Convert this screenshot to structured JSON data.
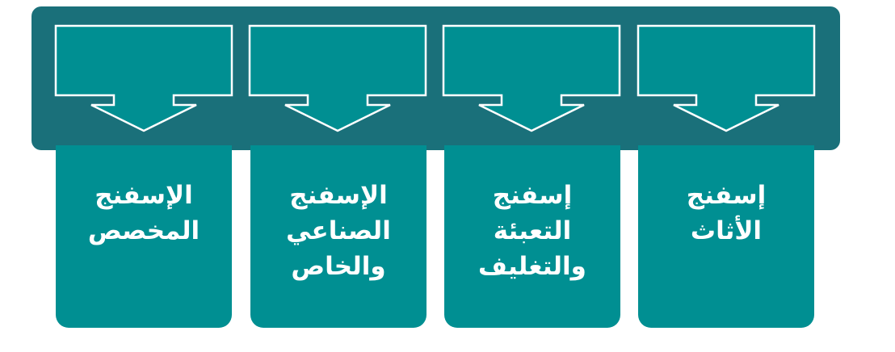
{
  "colors": {
    "band": "#1a707a",
    "card": "#008f92",
    "callout_fill": "#008f92",
    "callout_stroke": "#ffffff",
    "text": "#ffffff"
  },
  "cards": [
    {
      "label": "إسفنج\nالأثاث"
    },
    {
      "label": "إسفنج\nالتعبئة\nوالتغليف"
    },
    {
      "label": "الإسفنج\nالصناعي\nوالخاص"
    },
    {
      "label": "الإسفنج\nالمخصص"
    }
  ]
}
